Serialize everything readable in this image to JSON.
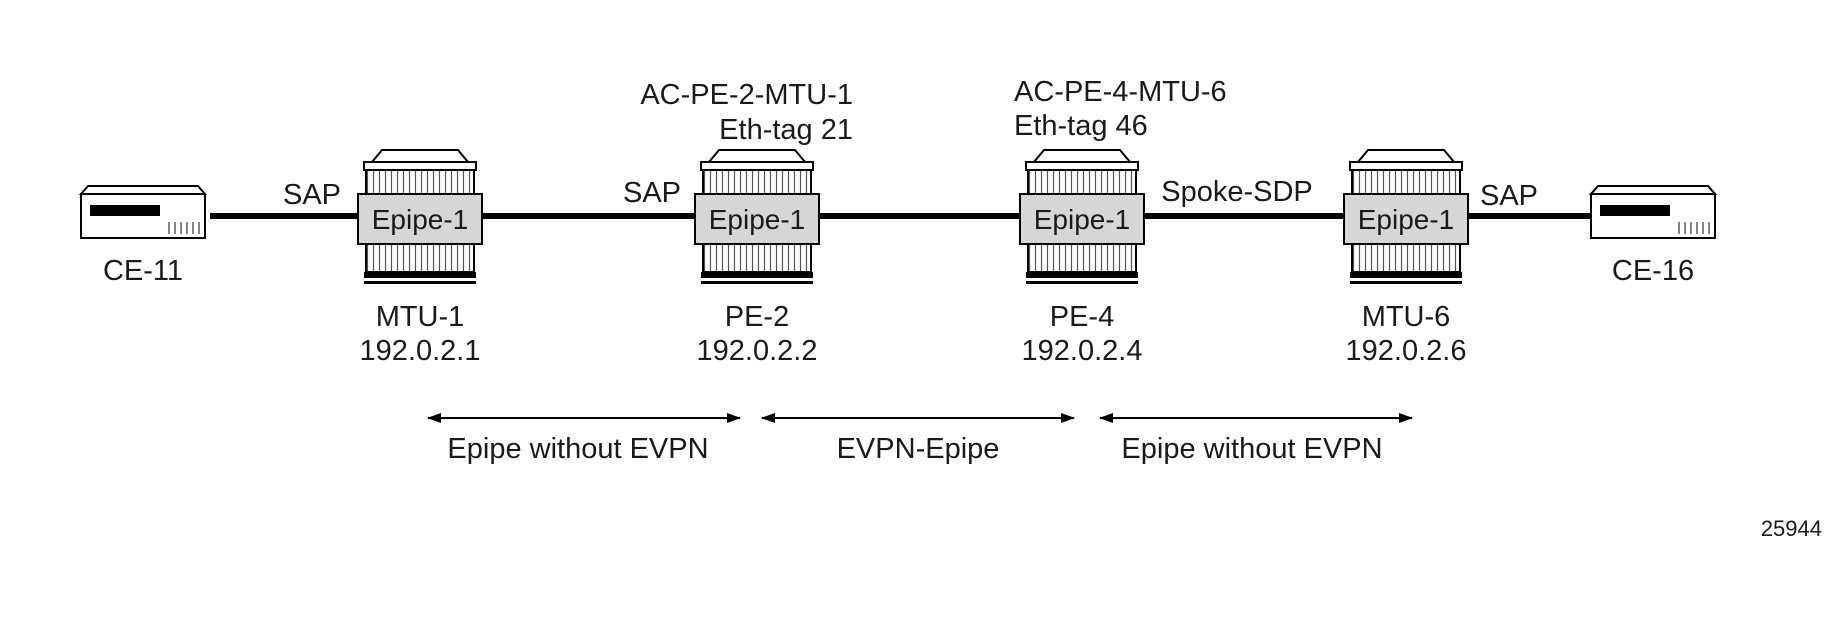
{
  "colors": {
    "line": "#000000",
    "router_fill": "#e6e6e6",
    "service_fill": "#d6d6d6",
    "text": "#1a1a1a"
  },
  "devices": {
    "ce11": {
      "name": "CE-11"
    },
    "ce16": {
      "name": "CE-16"
    },
    "mtu1": {
      "name": "MTU-1",
      "ip": "192.0.2.1",
      "service": "Epipe-1"
    },
    "pe2": {
      "name": "PE-2",
      "ip": "192.0.2.2",
      "service": "Epipe-1",
      "ac_label": "AC-PE-2-MTU-1",
      "eth_tag": "Eth-tag 21"
    },
    "pe4": {
      "name": "PE-4",
      "ip": "192.0.2.4",
      "service": "Epipe-1",
      "ac_label": "AC-PE-4-MTU-6",
      "eth_tag": "Eth-tag 46"
    },
    "mtu6": {
      "name": "MTU-6",
      "ip": "192.0.2.6",
      "service": "Epipe-1"
    }
  },
  "links": {
    "ce11_mtu1": "SAP",
    "mtu1_pe2": "SAP",
    "pe4_mtu6": "Spoke-SDP",
    "mtu6_ce16": "SAP"
  },
  "spans": {
    "left": "Epipe without EVPN",
    "middle": "EVPN-Epipe",
    "right": "Epipe without EVPN"
  },
  "figure_id": "25944"
}
